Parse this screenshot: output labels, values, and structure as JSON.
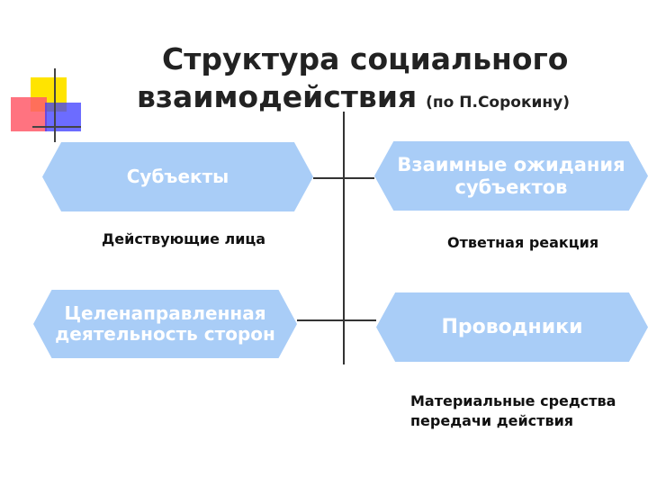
{
  "title": {
    "line1": "Структура социального",
    "line2": "взаимодействия",
    "note": "(по П.Сорокину)"
  },
  "boxes": {
    "subjects": "Субъекты",
    "expectations_line1": "Взаимные ожидания",
    "expectations_line2": "субъектов",
    "activity_line1": "Целенаправленная",
    "activity_line2": "деятельность сторон",
    "conductors": "Проводники"
  },
  "notes": {
    "actors": "Действующие лица",
    "response": "Ответная реакция",
    "material_line1": "Материальные средства",
    "material_line2": "передачи действия"
  },
  "colors": {
    "box_fill": "#a9cdf7",
    "box_text": "#ffffff",
    "deco_yellow": "#ffe400",
    "deco_red": "#ff5a6a",
    "deco_blue": "#3b3bff"
  }
}
